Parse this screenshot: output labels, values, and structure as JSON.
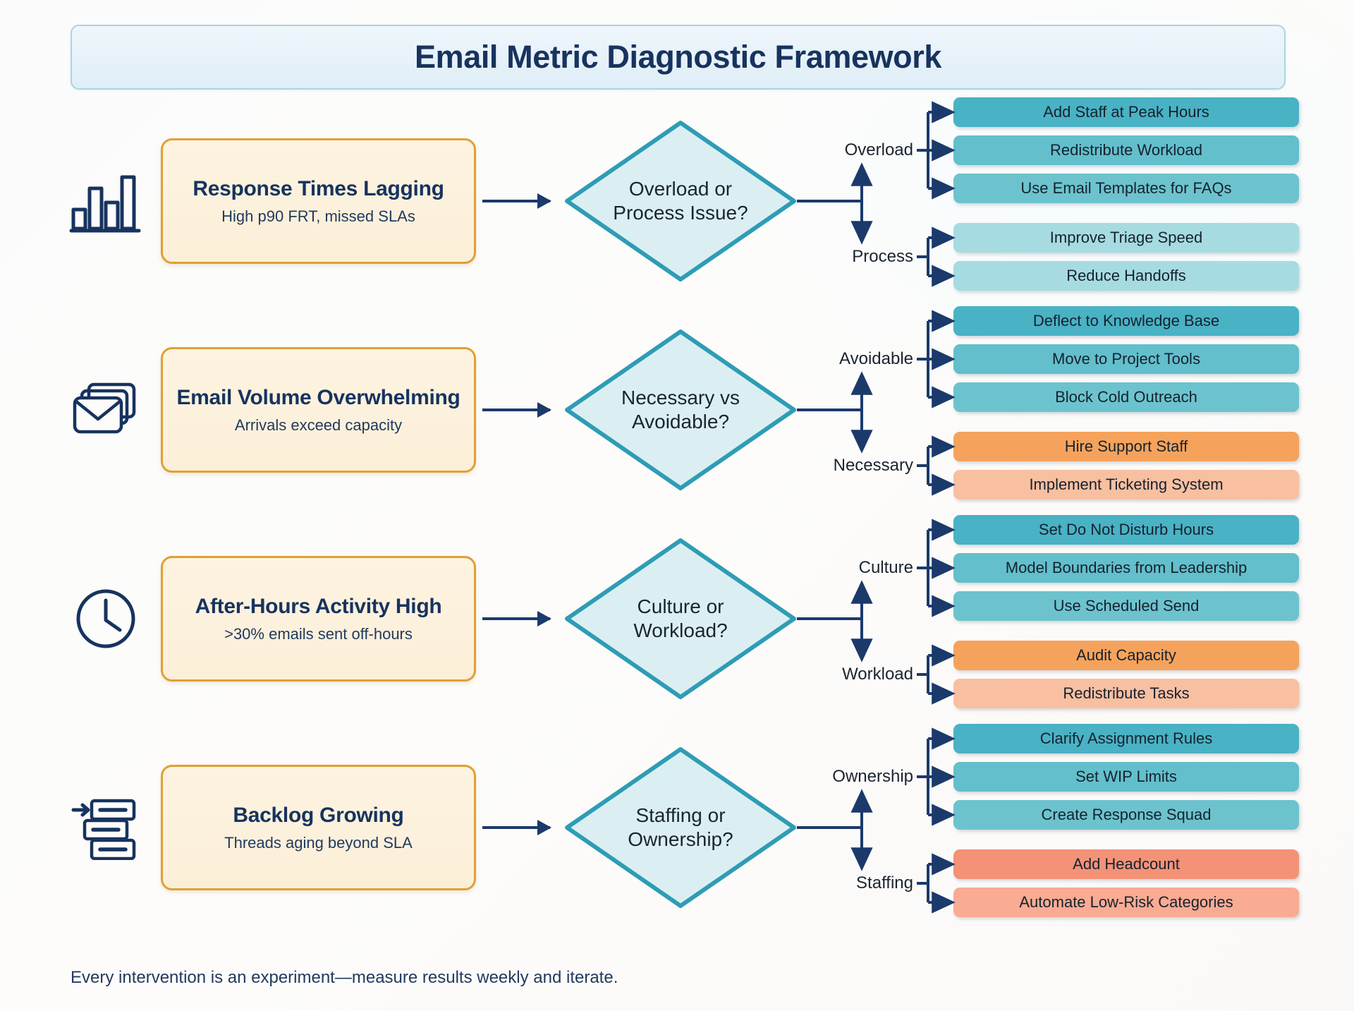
{
  "header": {
    "title": "Email Metric Diagnostic Framework",
    "banner_bg": "#e8f2f9",
    "banner_border": "#a9d5e4",
    "title_color": "#17335e"
  },
  "theme": {
    "problem_fill": "#fdf1dd",
    "problem_border": "#e0a033",
    "diamond_fill": "#dbeff3",
    "diamond_border": "#2f9cb5",
    "connector": "#1b3a6b",
    "teal_dark": "#49b2c4",
    "teal_mid": "#6cc3ce",
    "teal_light": "#a6dbe2",
    "orange_dark": "#f5a35c",
    "orange_light": "#f9bfa1",
    "salmon": "#f39277"
  },
  "rows": [
    {
      "icon": "bar-chart-icon",
      "problem": {
        "title": "Response Times Lagging",
        "subtitle": "High p90 FRT, missed SLAs"
      },
      "decision": "Overload or Process Issue?",
      "branches": [
        {
          "label": "Overload",
          "actions": [
            {
              "text": "Add Staff at Peak Hours",
              "color": "#49b2c4"
            },
            {
              "text": "Redistribute Workload",
              "color": "#62bfcb"
            },
            {
              "text": "Use Email Templates for FAQs",
              "color": "#6cc3ce"
            }
          ]
        },
        {
          "label": "Process",
          "actions": [
            {
              "text": "Improve Triage Speed",
              "color": "#a6dbe2"
            },
            {
              "text": "Reduce Handoffs",
              "color": "#a6dbe2"
            }
          ]
        }
      ]
    },
    {
      "icon": "envelope-stack-icon",
      "problem": {
        "title": "Email Volume Overwhelming",
        "subtitle": "Arrivals exceed capacity"
      },
      "decision": "Necessary vs Avoidable?",
      "branches": [
        {
          "label": "Avoidable",
          "actions": [
            {
              "text": "Deflect to Knowledge Base",
              "color": "#49b2c4"
            },
            {
              "text": "Move to Project Tools",
              "color": "#62bfcb"
            },
            {
              "text": "Block Cold Outreach",
              "color": "#6cc3ce"
            }
          ]
        },
        {
          "label": "Necessary",
          "actions": [
            {
              "text": "Hire Support Staff",
              "color": "#f5a35c"
            },
            {
              "text": "Implement Ticketing System",
              "color": "#f9bfa1"
            }
          ]
        }
      ]
    },
    {
      "icon": "clock-icon",
      "problem": {
        "title": "After-Hours Activity High",
        "subtitle": ">30% emails sent off-hours"
      },
      "decision": "Culture or Workload?",
      "branches": [
        {
          "label": "Culture",
          "actions": [
            {
              "text": "Set Do Not Disturb Hours",
              "color": "#49b2c4"
            },
            {
              "text": "Model Boundaries from Leadership",
              "color": "#62bfcb"
            },
            {
              "text": "Use Scheduled Send",
              "color": "#6cc3ce"
            }
          ]
        },
        {
          "label": "Workload",
          "actions": [
            {
              "text": "Audit Capacity",
              "color": "#f5a35c"
            },
            {
              "text": "Redistribute Tasks",
              "color": "#f9bfa1"
            }
          ]
        }
      ]
    },
    {
      "icon": "backlog-stack-icon",
      "problem": {
        "title": "Backlog Growing",
        "subtitle": "Threads aging beyond SLA"
      },
      "decision": "Staffing or Ownership?",
      "branches": [
        {
          "label": "Ownership",
          "actions": [
            {
              "text": "Clarify Assignment Rules",
              "color": "#49b2c4"
            },
            {
              "text": "Set WIP Limits",
              "color": "#62bfcb"
            },
            {
              "text": "Create Response Squad",
              "color": "#6cc3ce"
            }
          ]
        },
        {
          "label": "Staffing",
          "actions": [
            {
              "text": "Add Headcount",
              "color": "#f39277"
            },
            {
              "text": "Automate Low-Risk Categories",
              "color": "#f9ab93"
            }
          ]
        }
      ]
    }
  ],
  "footer": {
    "note": "Every intervention is an experiment—measure results weekly and iterate."
  }
}
